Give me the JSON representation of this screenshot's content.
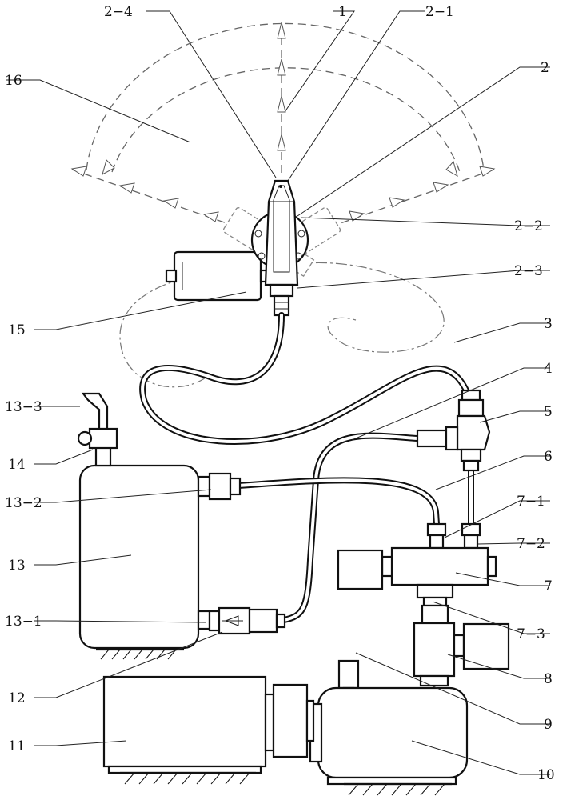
{
  "labels": {
    "n1": "1",
    "n2": "2",
    "n2_1": "2−1",
    "n2_2": "2−2",
    "n2_3": "2−3",
    "n2_4": "2−4",
    "n3": "3",
    "n4": "4",
    "n5": "5",
    "n6": "6",
    "n7": "7",
    "n7_1": "7−1",
    "n7_2": "7−2",
    "n7_3": "7−3",
    "n8": "8",
    "n9": "9",
    "n10": "10",
    "n11": "11",
    "n12": "12",
    "n13": "13",
    "n13_1": "13−1",
    "n13_2": "13−2",
    "n13_3": "13−3",
    "n14": "14",
    "n15": "15",
    "n16": "16"
  }
}
